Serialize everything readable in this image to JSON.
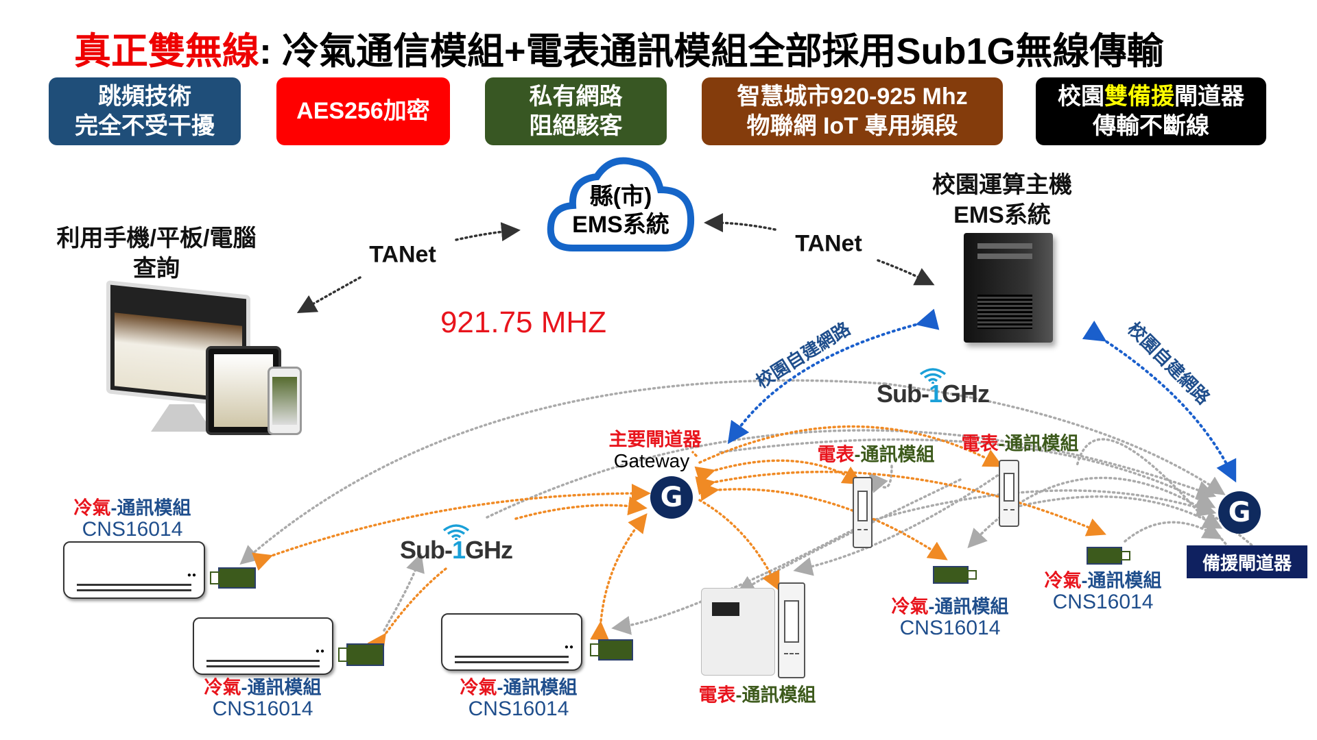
{
  "title": {
    "highlight": "真正雙無線",
    "rest": ": 冷氣通信模組+電表通訊模組全部採用Sub1G無線傳輸"
  },
  "feature_boxes": [
    {
      "line1": "跳頻技術",
      "line2": "完全不受干擾",
      "color": "#1f4e79"
    },
    {
      "line1": "AES256加密",
      "color": "#ff0000"
    },
    {
      "line1": "私有網路",
      "line2": "阻絕駭客",
      "color": "#385723"
    },
    {
      "line1": "智慧城市920-925 Mhz",
      "line2": "物聯網 IoT 專用頻段",
      "color": "#843c0c"
    },
    {
      "line1_a": "校園",
      "line1_b": "雙備援",
      "line1_c": "閘道器",
      "line2": "傳輸不斷線",
      "color": "#000000",
      "highlight_color": "#ffff00"
    }
  ],
  "cloud": {
    "line1": "縣(市)",
    "line2": "EMS系統"
  },
  "devices_label": {
    "line1": "利用手機/平板/電腦",
    "line2": "查詢"
  },
  "tanet_left": "TANet",
  "tanet_right": "TANet",
  "frequency": "921.75 MHZ",
  "server_label": {
    "line1": "校園運算主機",
    "line2": "EMS系統"
  },
  "campus_network_left": "校園自建網路",
  "campus_network_right": "校園自建網路",
  "sub1ghz": {
    "prefix": "Sub-",
    "one": "1",
    "suffix": "GHz"
  },
  "main_gateway": {
    "label1": "主要閘道器",
    "label2": "Gateway",
    "icon_letter": "G"
  },
  "backup_gateway": {
    "label": "備援閘道器",
    "icon_letter": "G"
  },
  "ac_module": {
    "prefix": "冷氣",
    "suffix": "-通訊模組",
    "standard": "CNS16014"
  },
  "meter_module": {
    "prefix": "電表",
    "suffix": "-通訊模組"
  }
}
